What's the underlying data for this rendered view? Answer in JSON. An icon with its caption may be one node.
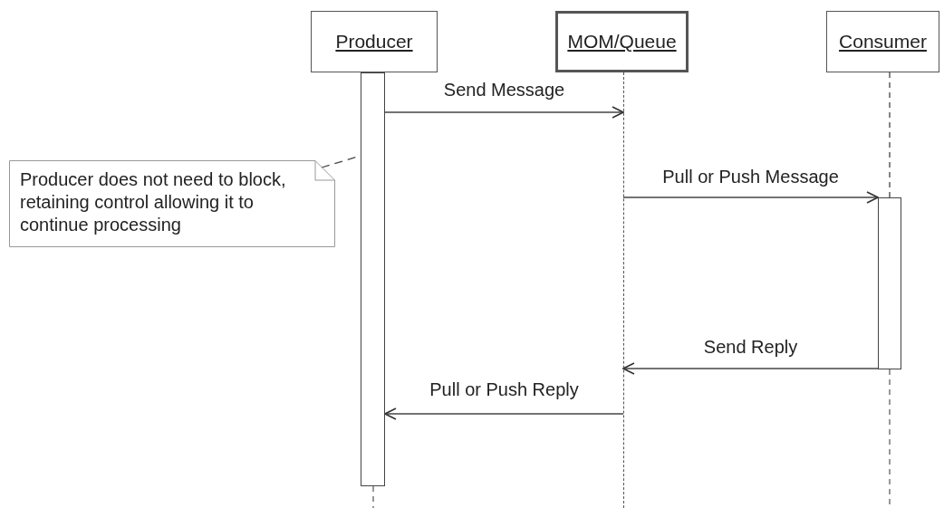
{
  "diagram": {
    "nodes": [
      {
        "text": [
          "Producer"
        ]
      },
      {
        "text": [
          "MOM/Queue"
        ]
      },
      {
        "text": [
          "Consumer"
        ]
      },
      {
        "text": [
          "Producer does not need to block, retaining control allowing it to continue processing"
        ]
      },
      {
        "text": [],
        "shape": "bar"
      },
      {
        "text": [],
        "shape": "line"
      },
      {
        "text": [],
        "shape": "bar"
      }
    ],
    "edges": [
      {
        "from": 4,
        "to": 5,
        "arrow": "to",
        "label": "Send Message"
      },
      {
        "from": 5,
        "to": 6,
        "arrow": "to",
        "label": "Pull or Push Message"
      },
      {
        "from": 6,
        "to": 5,
        "arrow": "to",
        "label": "Send Reply"
      },
      {
        "from": 5,
        "to": 4,
        "arrow": "to",
        "label": "Pull or Push Reply"
      },
      {
        "from": 3,
        "to": 4,
        "arrow": "none",
        "style": "dashed"
      },
      {
        "from": 2,
        "to": 6,
        "arrow": "none",
        "style": "dashed"
      }
    ]
  }
}
